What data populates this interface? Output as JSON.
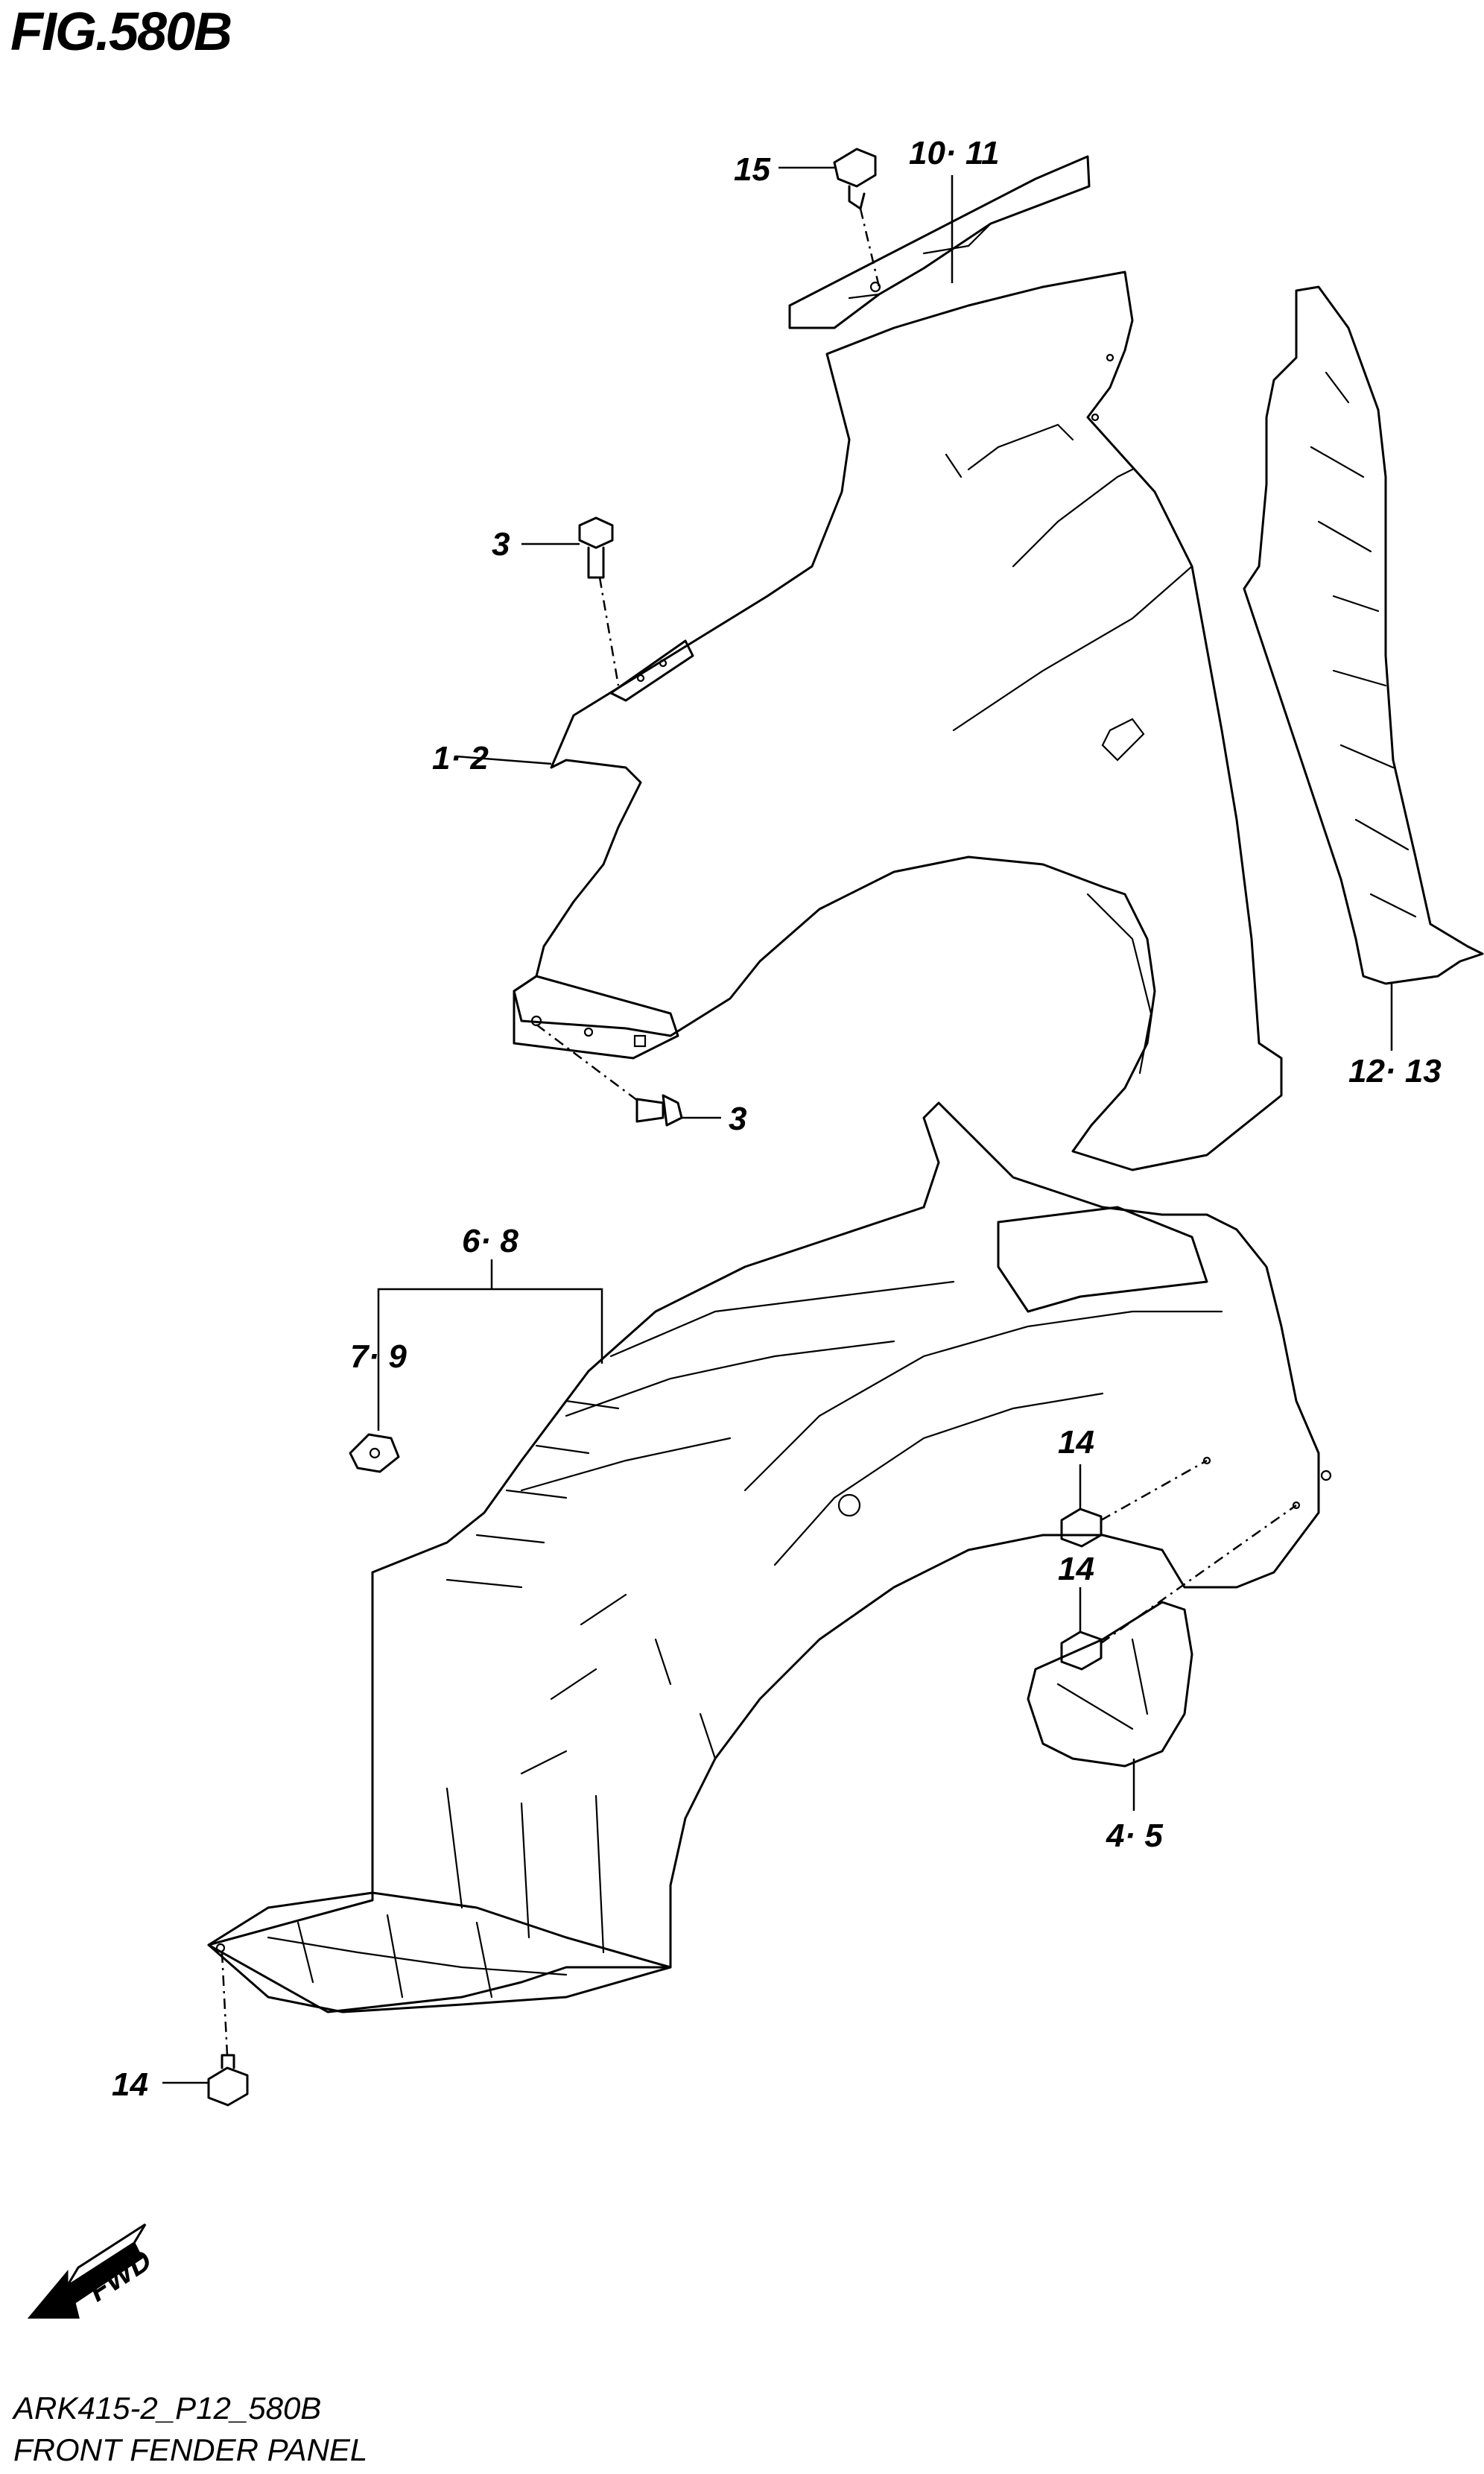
{
  "figure": {
    "title": "FIG.580B",
    "code": "ARK415-2_P12_580B",
    "caption": "FRONT FENDER PANEL"
  },
  "callouts": {
    "c15": "15",
    "c10_11": "10· 11",
    "c3_top": "3",
    "c1_2": "1· 2",
    "c3_bottom": "3",
    "c12_13": "12· 13",
    "c6_8": "6· 8",
    "c7_9": "7· 9",
    "c14_a": "14",
    "c14_b": "14",
    "c4_5": "4· 5",
    "c14_c": "14"
  },
  "fwd_badge": "FWD",
  "colors": {
    "line": "#000000",
    "background": "#ffffff"
  }
}
